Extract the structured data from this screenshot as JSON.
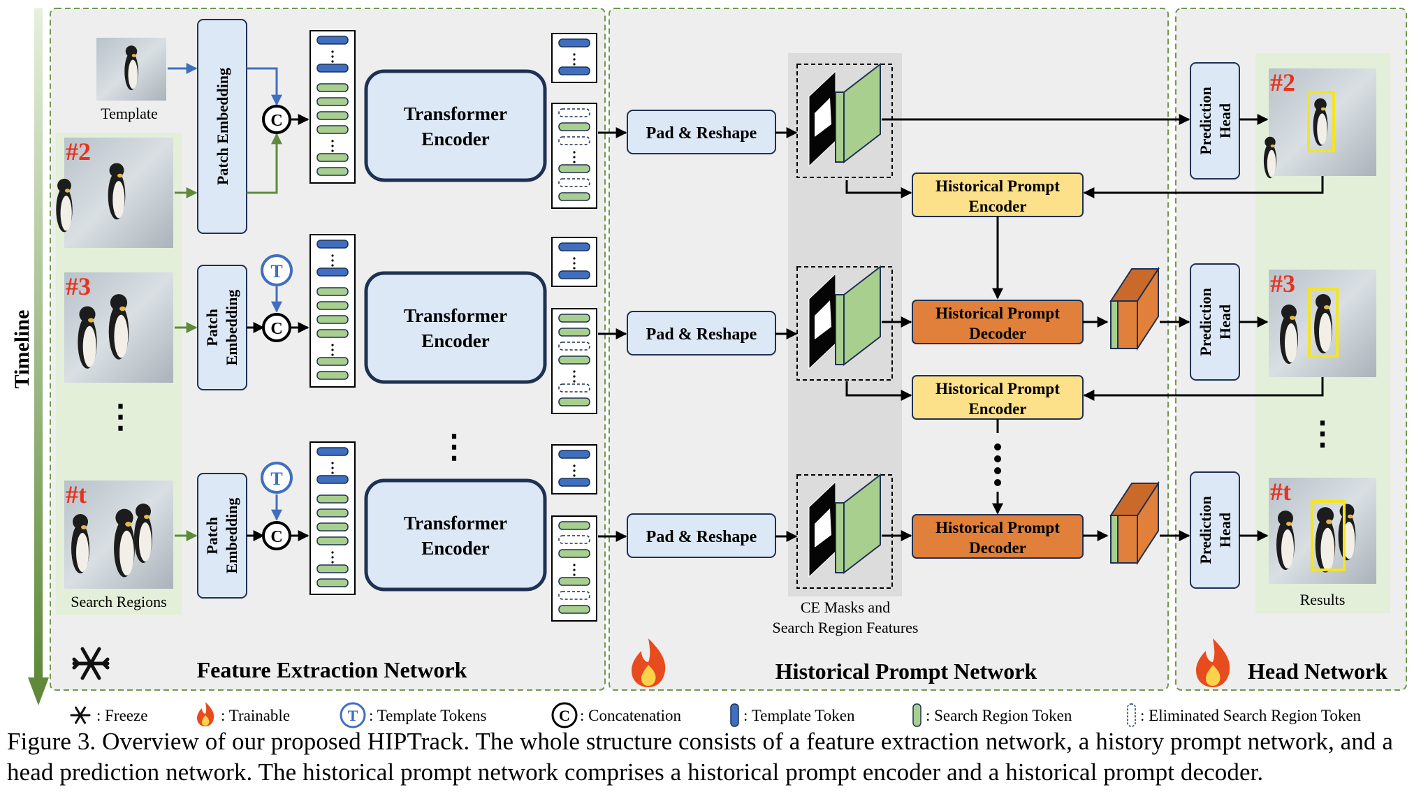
{
  "timeline": "Timeline",
  "sections": {
    "feature_extraction": "Feature Extraction Network",
    "historical_prompt": "Historical Prompt Network",
    "head": "Head Network"
  },
  "frames": {
    "template": "Template",
    "search_regions": "Search Regions",
    "results": "Results",
    "labels": [
      "#2",
      "#3",
      "#t"
    ]
  },
  "blocks": {
    "patch_embedding": "Patch Embedding",
    "transformer_encoder": "Transformer Encoder",
    "pad_reshape": "Pad & Reshape",
    "hp_encoder": "Historical Prompt Encoder",
    "hp_decoder": "Historical Prompt Decoder",
    "prediction_head": "Prediction Head",
    "ce_masks": "CE Masks and Search Region Features",
    "concat_symbol": "C",
    "template_symbol": "T",
    "ellipsis": "..."
  },
  "legend": [
    {
      "icon": "snowflake-icon",
      "text": ": Freeze"
    },
    {
      "icon": "flame-icon",
      "text": ": Trainable"
    },
    {
      "icon": "template-tokens-icon",
      "text": ": Template Tokens"
    },
    {
      "icon": "concatenation-icon",
      "text": ": Concatenation"
    },
    {
      "icon": "template-token-icon",
      "text": ": Template Token"
    },
    {
      "icon": "search-region-token-icon",
      "text": ": Search Region Token"
    },
    {
      "icon": "eliminated-token-icon",
      "text": ": Eliminated Search Region Token"
    }
  ],
  "caption": "Figure 3. Overview of our proposed HIPTrack. The whole structure consists of a feature extraction network, a history prompt network, and a head prediction network. The historical prompt network comprises a historical prompt encoder and a historical prompt decoder.",
  "colors": {
    "template_token": "#3f6fc0",
    "search_token": "#a9cf8e",
    "encoder_fill": "#fde08a",
    "decoder_fill": "#e0803a",
    "block_fill": "#dce8f6",
    "panel_bg": "#eeeeee",
    "green_bg": "#e3efd9",
    "border_green": "#6e9a4e",
    "number_red": "#e8321e"
  }
}
